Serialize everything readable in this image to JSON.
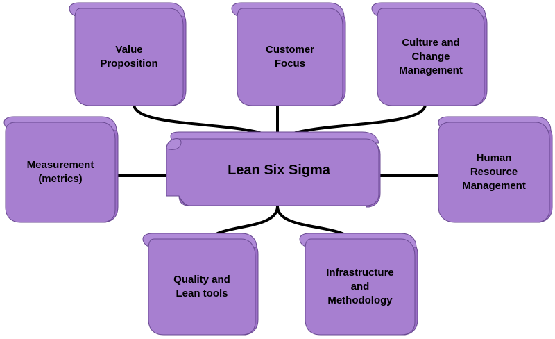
{
  "diagram": {
    "center": {
      "id": "center",
      "label": "Lean Six Sigma"
    },
    "nodes": [
      {
        "id": "value",
        "label": "Value\nProposition"
      },
      {
        "id": "customer",
        "label": "Customer\nFocus"
      },
      {
        "id": "culture",
        "label": "Culture and\nChange\nManagement"
      },
      {
        "id": "measurement",
        "label": "Measurement\n(metrics)"
      },
      {
        "id": "hr",
        "label": "Human\nResource\nManagement"
      },
      {
        "id": "quality",
        "label": "Quality and\nLean tools"
      },
      {
        "id": "infrastructure",
        "label": "Infrastructure\nand\nMethodology"
      }
    ],
    "edges": [
      {
        "from": "center",
        "to": "value"
      },
      {
        "from": "center",
        "to": "customer"
      },
      {
        "from": "center",
        "to": "culture"
      },
      {
        "from": "center",
        "to": "measurement"
      },
      {
        "from": "center",
        "to": "hr"
      },
      {
        "from": "center",
        "to": "quality"
      },
      {
        "from": "center",
        "to": "infrastructure"
      }
    ],
    "colors": {
      "box_front": "#a77fd0",
      "box_side": "#9b6fc7",
      "box_top": "#b08bd8",
      "outline": "#6a4a92",
      "connector": "#000000"
    }
  }
}
